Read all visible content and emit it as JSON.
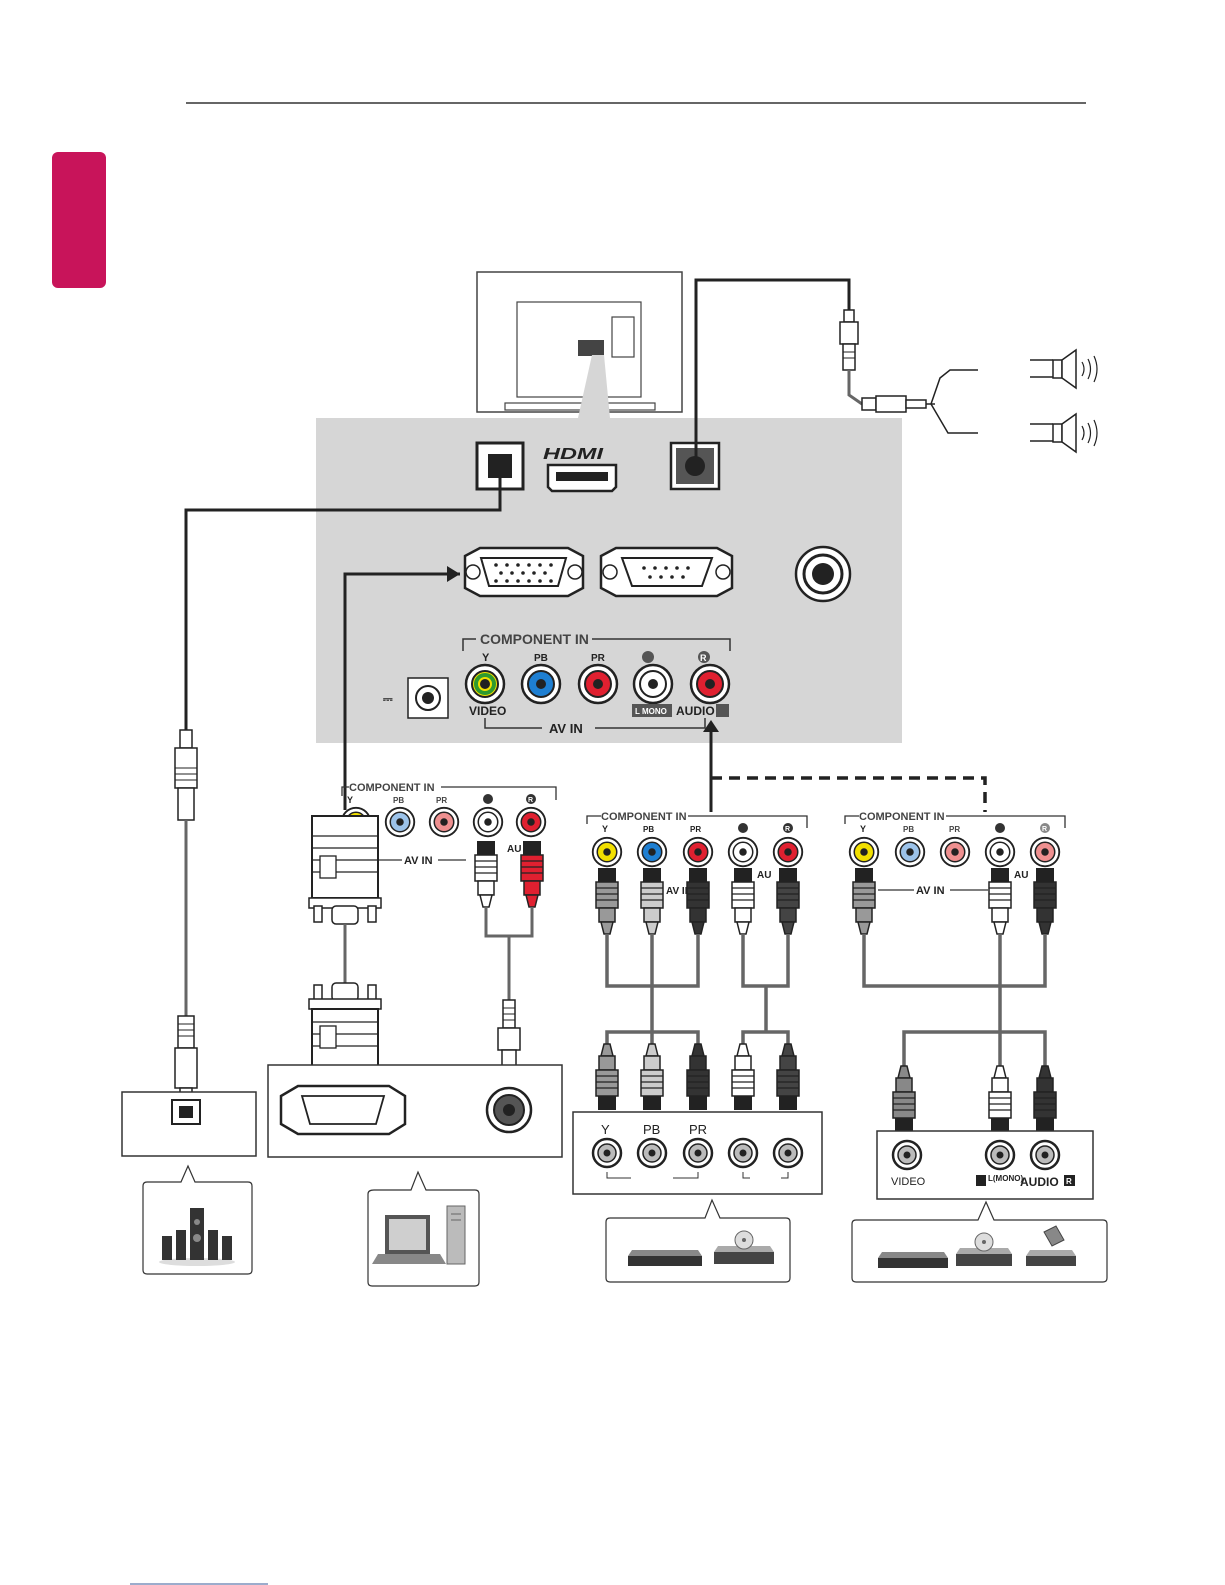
{
  "accent_color": "#c8145a",
  "panel": {
    "hdmi_logo": "HDMI",
    "component_in": "COMPONENT IN",
    "y": "Y",
    "pb": "PB",
    "pr": "PR",
    "r_mark": "R",
    "video": "VIDEO",
    "l_mono": "L MONO",
    "audio": "AUDIO",
    "av_in": "AV IN",
    "dc_symbol": "⎓"
  },
  "pc_cable": {
    "component_in": "COMPONENT IN",
    "y": "Y",
    "pb": "PB",
    "pr": "PR",
    "r_mark": "R",
    "av_in": "AV IN",
    "audio": "AU"
  },
  "component_cable": {
    "component_in": "COMPONENT IN",
    "y": "Y",
    "pb": "PB",
    "pr": "PR",
    "r_mark": "R",
    "av_in": "AV IN",
    "audio": "AU"
  },
  "av_cable": {
    "component_in": "COMPONENT IN",
    "y": "Y",
    "pb": "PB",
    "pr": "PR",
    "r_mark": "R",
    "av_in": "AV IN",
    "audio": "AU"
  },
  "component_device": {
    "y": "Y",
    "pb": "PB",
    "pr": "PR"
  },
  "av_device": {
    "video": "VIDEO",
    "l_mono": "L(MONO)",
    "audio": "AUDIO",
    "r_mark": "R"
  },
  "icons": [
    "speaker-icon",
    "home-theater-icon",
    "laptop-pc-icon",
    "dvd-player-icon",
    "disc-player-icon",
    "vcr-icon"
  ]
}
